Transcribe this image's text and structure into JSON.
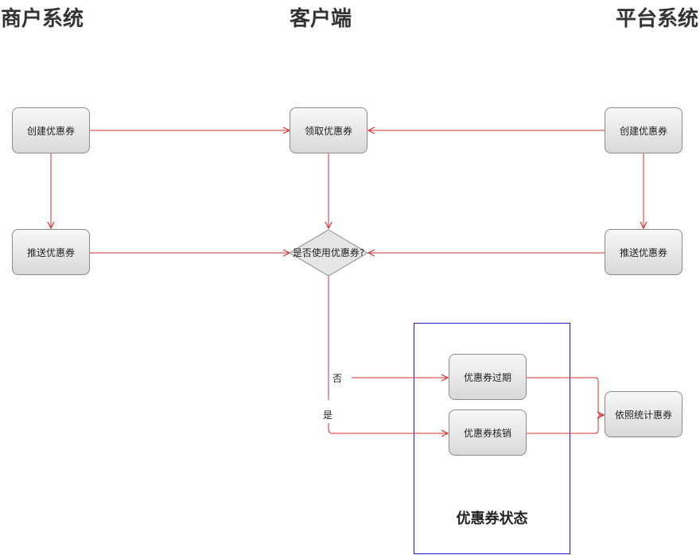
{
  "lanes": {
    "merchant": "商户系统",
    "client": "客户端",
    "platform": "平台系统"
  },
  "nodes": {
    "merchant_create": "创建优惠券",
    "merchant_push": "推送优惠券",
    "client_receive": "领取优惠券",
    "client_decision": "是否使用优惠券?",
    "platform_create": "创建优惠券",
    "platform_push": "推送优惠券",
    "coupon_expired": "优惠券过期",
    "coupon_redeemed": "优惠券核销",
    "stats": "依照统计惠券"
  },
  "edge_labels": {
    "no": "否",
    "yes": "是"
  },
  "group": {
    "title": "优惠券状态"
  },
  "colors": {
    "connector": "#d32f2f",
    "group_border": "#1f1fc8",
    "node_border": "#8a8a8a"
  }
}
